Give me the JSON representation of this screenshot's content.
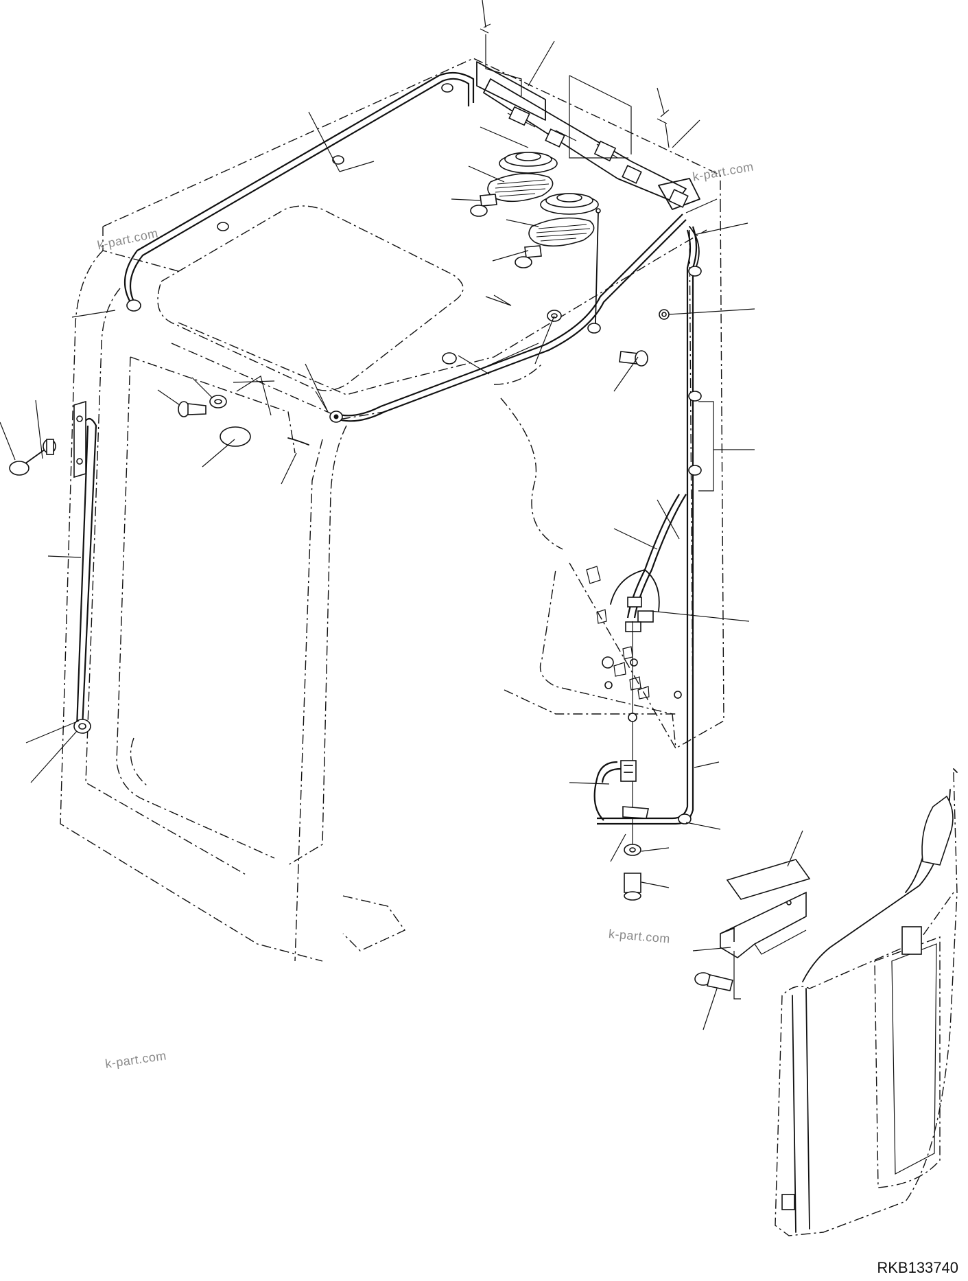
{
  "watermarks": [
    "k-part.com",
    "k-part.com",
    "k-part.com",
    "k-part.com"
  ],
  "drawing_code": "RKB133740",
  "colors": {
    "ink": "#111111",
    "watermark": "#8a8a8a",
    "background": "#ffffff"
  }
}
